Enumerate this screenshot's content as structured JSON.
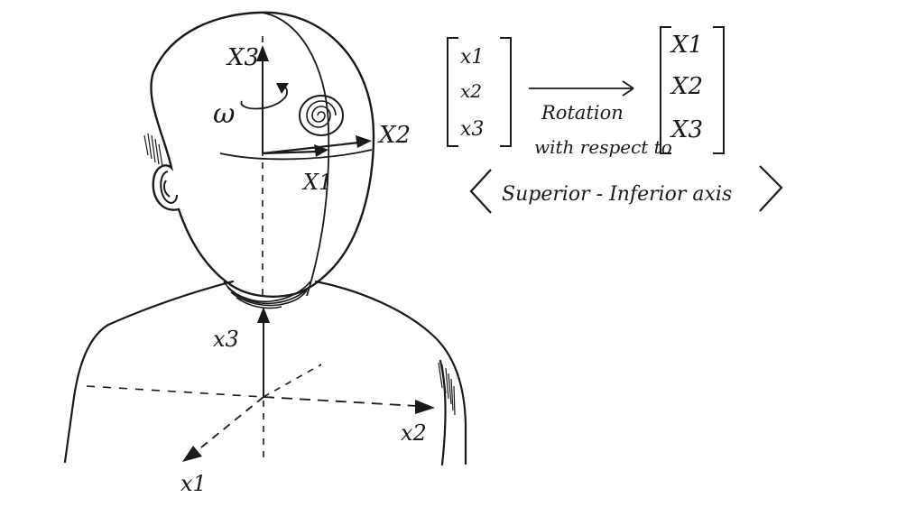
{
  "head_axes": {
    "x3_label": "X3",
    "x2_label": "X2",
    "x1_label": "X1",
    "omega_label": "ω"
  },
  "body_axes": {
    "x3_label": "x3",
    "x2_label": "x2",
    "x1_label": "x1"
  },
  "left_vector": [
    "x1",
    "x2",
    "x3"
  ],
  "right_vector": [
    "X1",
    "X2",
    "X3"
  ],
  "arrow_caption": {
    "line1": "Rotation",
    "line2": "with respect to"
  },
  "axis_caption": "Superior - Inferior axis",
  "colors": {
    "ink": "#1a1a1a",
    "paper": "#ffffff"
  }
}
